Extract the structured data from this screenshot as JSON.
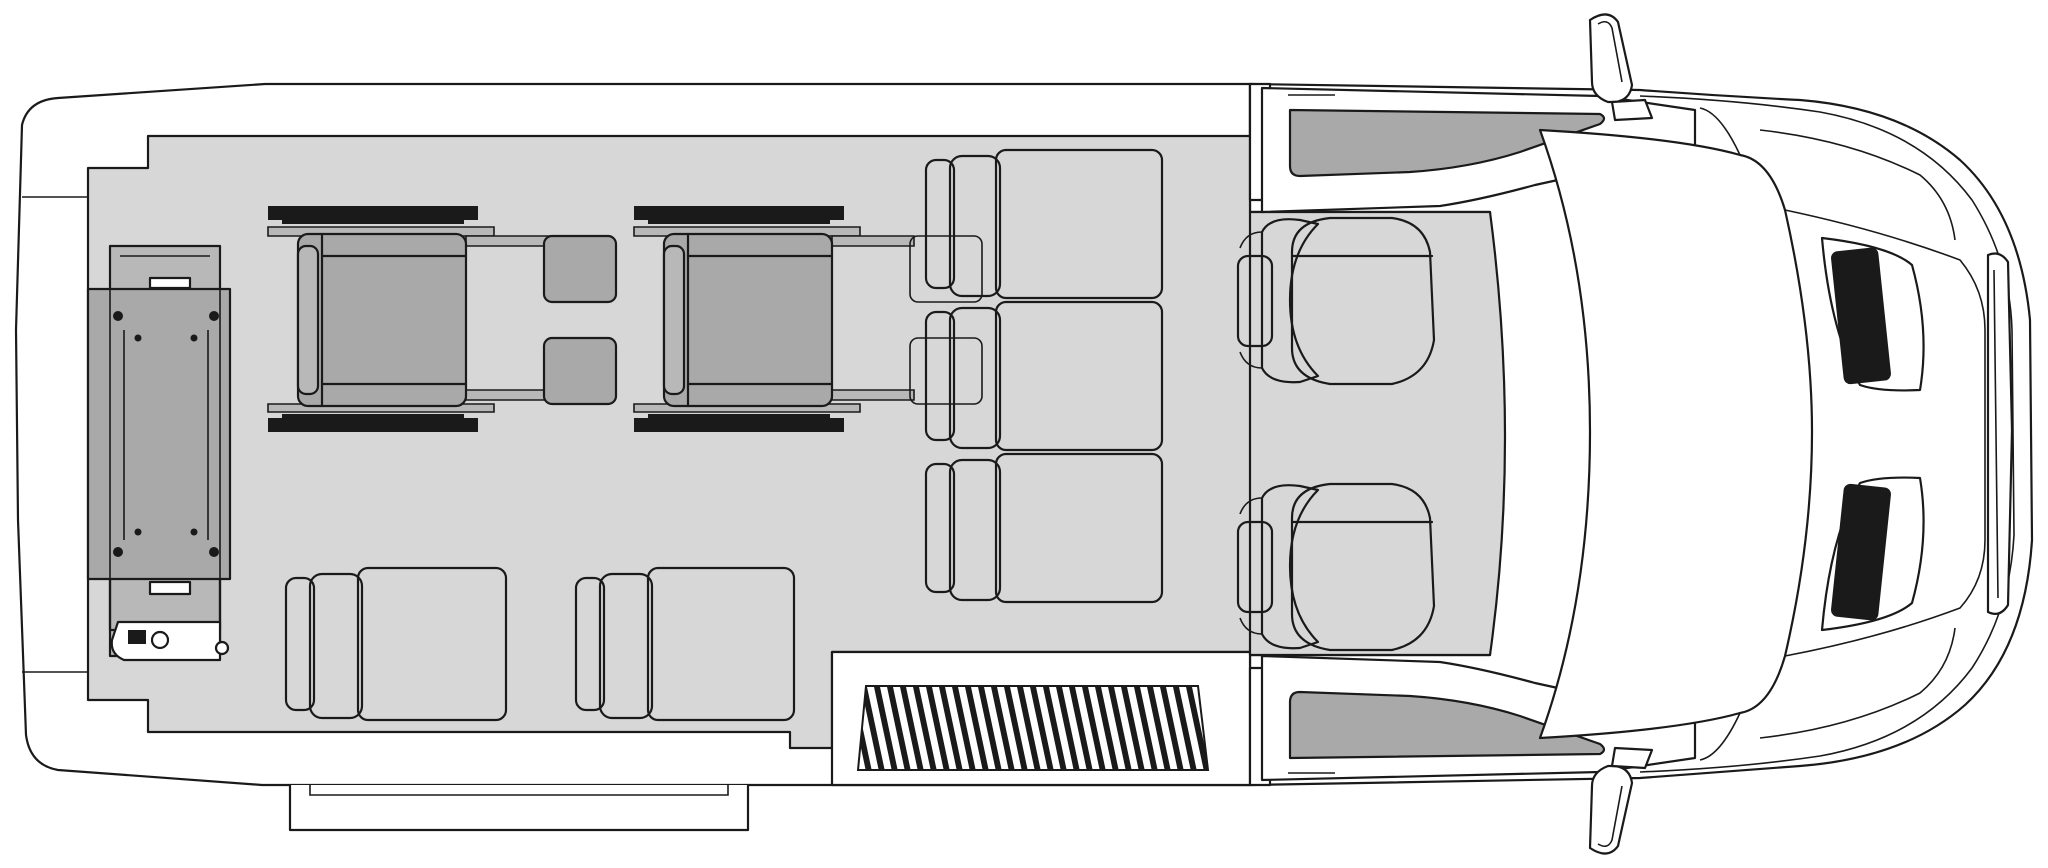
{
  "diagram": {
    "vehicle": "van-floorplan-top-view",
    "colors": {
      "outline": "#1a1a1a",
      "floor": "#d7d7d7",
      "body": "#ffffff",
      "seat_light": "#f4f4f4",
      "seat_dark": "#8c8c8c",
      "panel": "#a9a9a9"
    },
    "seating": {
      "front_seats": 2,
      "bench_seats": 3,
      "rear_single_seats": 2,
      "wheelchair_positions": 2
    },
    "features": [
      "wheelchair-lift",
      "entry-step",
      "sliding-side-door",
      "rear-doors",
      "side-mirrors",
      "windshield"
    ]
  }
}
